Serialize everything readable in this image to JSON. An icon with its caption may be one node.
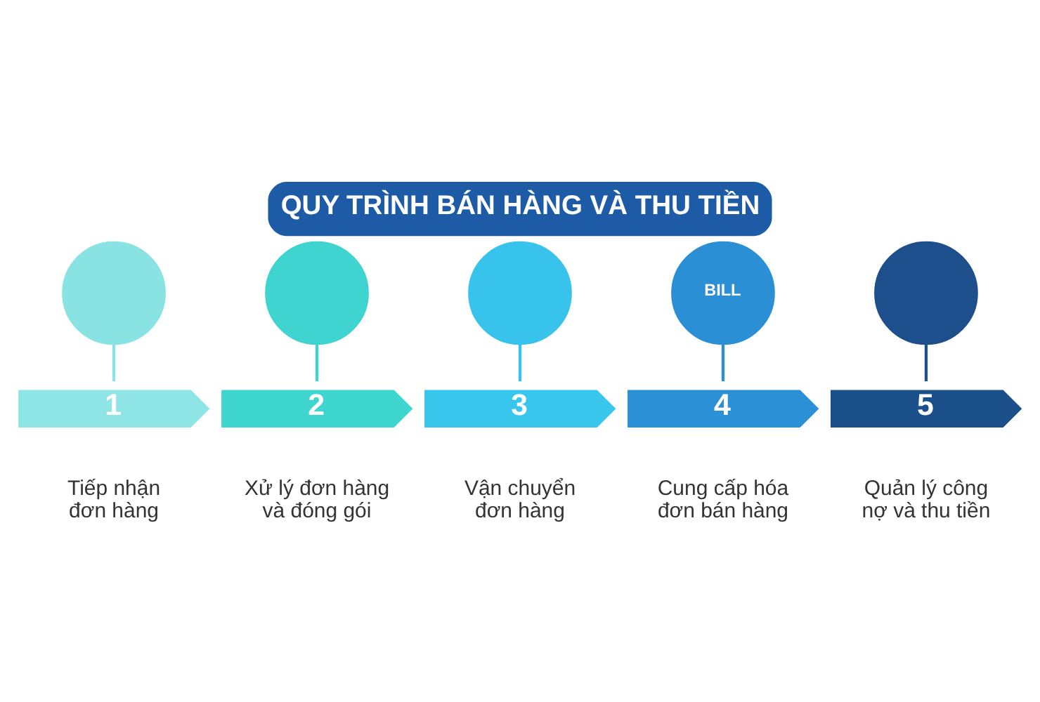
{
  "diagram": {
    "title": "QUY TRÌNH BÁN HÀNG VÀ THU TIỀN",
    "nodes": [
      {
        "text": [],
        "shape": "circle"
      },
      {
        "text": [],
        "shape": "circle"
      },
      {
        "text": [],
        "shape": "circle"
      },
      {
        "text": [
          "BILL"
        ]
      },
      {
        "text": [],
        "shape": "circle"
      },
      {
        "text": [
          "1"
        ],
        "beside": [
          "Tiếp nhận đơn hàng"
        ]
      },
      {
        "text": [
          "2"
        ],
        "beside": [
          "Xử lý đơn hàng và đóng gói"
        ]
      },
      {
        "text": [
          "3"
        ],
        "beside": [
          "Vận chuyển đơn hàng"
        ]
      },
      {
        "text": [
          "4"
        ],
        "beside": [
          "Cung cấp hóa đơn bán hàng"
        ]
      },
      {
        "text": [
          "5"
        ],
        "beside": [
          "Quản lý công nợ và thu tiền"
        ]
      }
    ],
    "edges": [
      {
        "from": 0,
        "to": 5,
        "arrow": "none",
        "color": "#8ae3e3"
      },
      {
        "from": 1,
        "to": 6,
        "arrow": "none",
        "color": "#3fd4cf"
      },
      {
        "from": 2,
        "to": 7,
        "arrow": "none",
        "color": "#38c3ec"
      },
      {
        "from": 3,
        "to": 8,
        "arrow": "none",
        "color": "#2b8fd5"
      },
      {
        "from": 4,
        "to": 9,
        "arrow": "none",
        "color": "#1c4f8b"
      }
    ]
  }
}
